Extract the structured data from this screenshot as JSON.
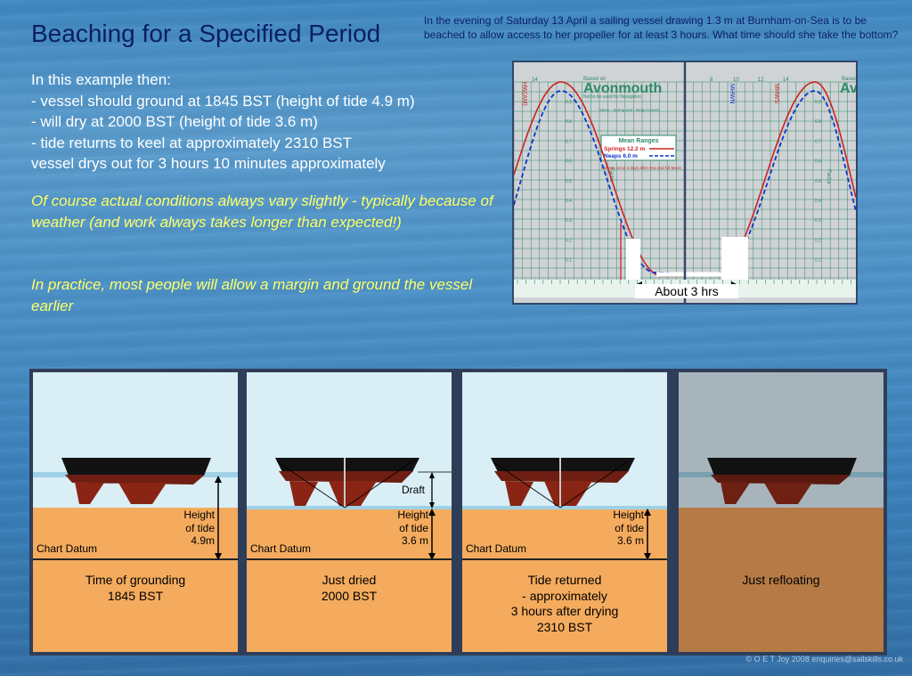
{
  "title": "Beaching for a Specified Period",
  "question": "In the evening of Saturday 13 April a sailing  vessel drawing 1.3 m at Burnham-on-Sea is to be beached to allow access to her propeller for at least 3 hours.   What time should she take the bottom?",
  "body": {
    "intro": "In this example then:",
    "items": [
      "-   vessel should ground at 1845 BST (height of tide 4.9 m)",
      "-   will dry at 2000 BST (height of tide 3.6 m)",
      "-   tide returns to keel at approximately 2310 BST"
    ],
    "summary": "vessel drys out for 3 hours 10 minutes approximately",
    "note1": "Of course actual conditions always vary slightly - typically because of weather (and work always takes longer than expected!)",
    "note2": "In practice, most people will allow a margin and ground the vessel earlier"
  },
  "tide_chart": {
    "location": "Avonmouth",
    "location_partial": "Avo",
    "based_on": "Based on",
    "not_nav": "Not to be used for Navigation",
    "legend_title": "Mean Ranges",
    "springs_label": "Springs 12.2 m",
    "neaps_label": "Neaps    6.0 m",
    "springs_note": "Springs occur 2 days after new and full Moon",
    "mean_note": "Mean - Spring and - Neap Curves",
    "hw_label": "HW(AM)",
    "mhws_label": "MHWS",
    "mhwn_label": "MHWN",
    "factor_label": "Factor",
    "top_ticks_left": [
      "14"
    ],
    "top_ticks_right": [
      "8",
      "10",
      "12",
      "14"
    ],
    "factors": [
      "0.9",
      "0.8",
      "0.7",
      "0.6",
      "0.5",
      "0.4",
      "0.3",
      "0.2",
      "0.1"
    ],
    "about_label": "About 3 hrs",
    "colors": {
      "springs": "#cc2222",
      "neaps": "#1133cc",
      "grid": "#2e8a66"
    }
  },
  "panels": [
    {
      "caption": "Time of grounding\n1845 BST",
      "datum_label": "Chart Datum",
      "height_label": "Height\nof tide\n4.9m"
    },
    {
      "caption": "Just dried\n2000 BST",
      "datum_label": "Chart Datum",
      "height_label": "Height\nof tide\n3.6 m",
      "draft_label": "Draft"
    },
    {
      "caption": "Tide returned\n- approximately\n3 hours after drying\n2310 BST",
      "datum_label": "Chart Datum",
      "height_label": "Height\nof tide\n3.6 m"
    },
    {
      "caption": "Just refloating"
    }
  ],
  "footer": "© O E T Joy 2008 enquiries@sailskills.co.uk"
}
